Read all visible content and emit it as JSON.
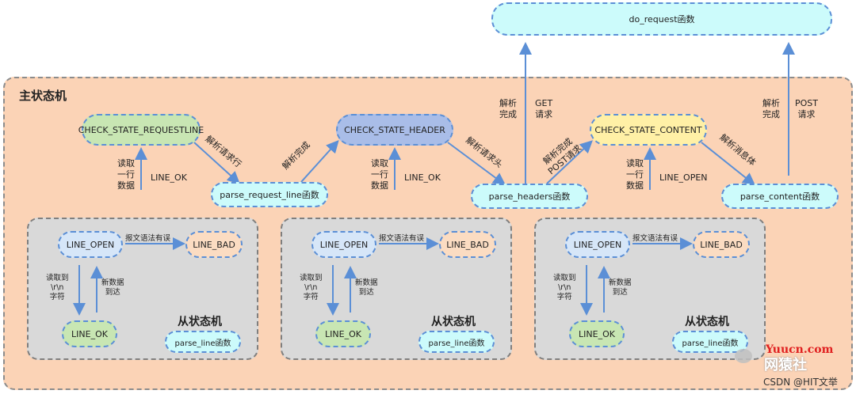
{
  "top_func": "do_request函数",
  "main_fsm_title": "主状态机",
  "states": {
    "requestline": "CHECK_STATE_REQUESTLINE",
    "header": "CHECK_STATE_HEADER",
    "content": "CHECK_STATE_CONTENT"
  },
  "funcs": {
    "parse_request_line": "parse_request_line函数",
    "parse_headers": "parse_headers函数",
    "parse_content": "parse_content函数"
  },
  "edge_labels": {
    "parse_request": "解析请求行",
    "parse_done": "解析完成",
    "parse_header": "解析请求头",
    "parse_done_post_1": "解析完成",
    "parse_done_post_2": "POST请求",
    "parse_body": "解析消息体",
    "read_line_1": "读取",
    "read_line_2": "一行",
    "read_line_3": "数据",
    "line_ok": "LINE_OK",
    "line_open": "LINE_OPEN",
    "get_1": "解析",
    "get_2": "完成",
    "get_3": "GET",
    "get_4": "请求",
    "post_1": "解析",
    "post_2": "完成",
    "post_3": "POST",
    "post_4": "请求"
  },
  "sub_fsm": {
    "title": "从状态机",
    "line_open": "LINE_OPEN",
    "line_bad": "LINE_BAD",
    "line_ok": "LINE_OK",
    "syntax_error": "报文语法有误",
    "read_1": "读取到",
    "read_2": "\\r\\n",
    "read_3": "字符",
    "new_1": "新数据",
    "new_2": "到达",
    "func": "parse_line函数"
  },
  "watermark": {
    "site": "Yuucn.com",
    "brand": "网猿社",
    "credit": "CSDN @HIT文举"
  },
  "colors": {
    "main_bg": "#fbd3b6",
    "sub_bg": "#d9d9d9",
    "cyan": "#ccfbfb",
    "blue": "#5b8fd6",
    "green": "#c8e6b3",
    "lightblue": "#d6e6f8",
    "purple_blue": "#a9bde8",
    "yellow": "#fff0a6",
    "peach": "#fbdcc2",
    "red": "#e02020"
  }
}
